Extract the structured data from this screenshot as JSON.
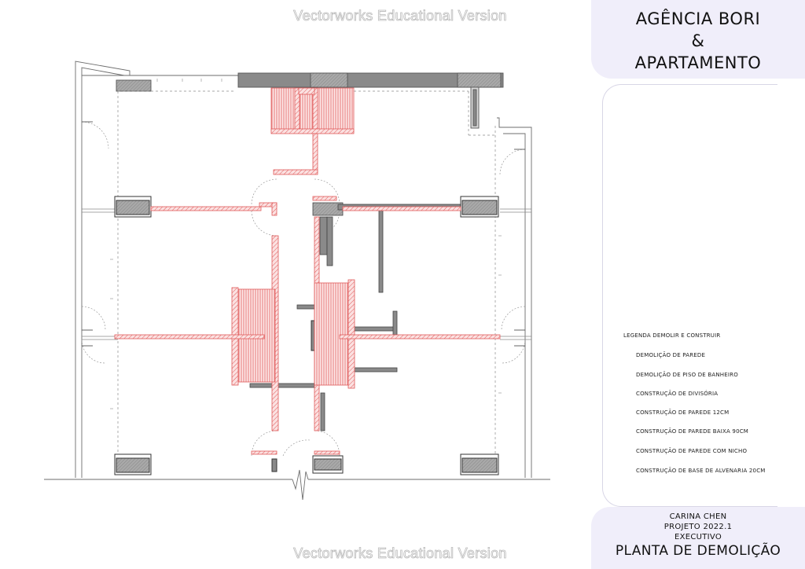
{
  "watermark": {
    "top": "Vectorworks Educational Version",
    "bottom": "Vectorworks Educational Version"
  },
  "title": {
    "line1": "AGÊNCIA BORI",
    "line2": "&",
    "line3": "APARTAMENTO"
  },
  "legend": {
    "title": "LEGENDA DEMOLIR E CONSTRUIR",
    "items": [
      {
        "label": "DEMOLIÇÃO DE PAREDE",
        "color": "#e06060"
      },
      {
        "label": "DEMOLIÇÃO DE PISO DE BANHEIRO",
        "color": "#e06060"
      },
      {
        "label": "CONSTRUÇÃO DE DIVISÓRIA",
        "color": "#d6a064"
      },
      {
        "label": "CONSTRUÇÃO DE PAREDE 12CM",
        "color": "#6c9fd6"
      },
      {
        "label": "CONSTRUÇÃO DE PAREDE BAIXA 90CM",
        "color": "#6c9fd6"
      },
      {
        "label": "CONSTRUÇÃO DE PAREDE COM NICHO",
        "color": "#3d7fc9"
      },
      {
        "label": "CONSTRUÇÃO DE BASE DE ALVENARIA 20CM",
        "color": "#3d7fc9"
      }
    ]
  },
  "footer": {
    "author": "CARINA CHEN",
    "project": "PROJETO 2022.1",
    "phase": "EXECUTIVO",
    "sheet": "PLANTA DE DEMOLIÇÃO"
  },
  "colors": {
    "demolition": "#e05a5a",
    "existing_wall": "#8a8a8a",
    "pillar": "#9a9a9a",
    "panel_bg": "#f0eefa"
  }
}
